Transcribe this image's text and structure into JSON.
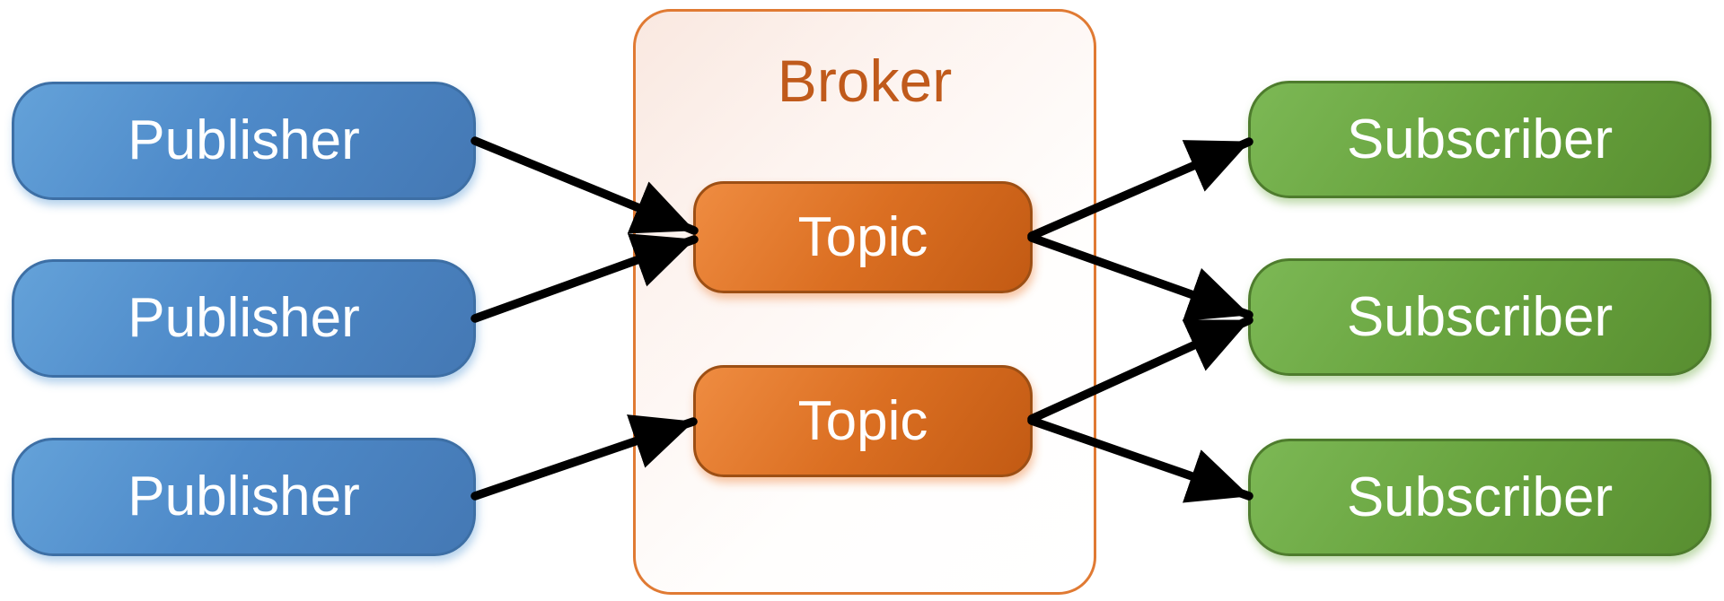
{
  "diagram": {
    "publishers": [],
    "publisher_nodes": [
      {
        "id": "publisher-1",
        "label": "Publisher"
      },
      {
        "id": "publisher-2",
        "label": "Publisher"
      },
      {
        "id": "publisher-3",
        "label": "Publisher"
      }
    ],
    "broker": {
      "label": "Broker",
      "topics": [
        {
          "id": "topic-1",
          "label": "Topic"
        },
        {
          "id": "topic-2",
          "label": "Topic"
        }
      ]
    },
    "subscriber_nodes": [
      {
        "id": "subscriber-1",
        "label": "Subscriber"
      },
      {
        "id": "subscriber-2",
        "label": "Subscriber"
      },
      {
        "id": "subscriber-3",
        "label": "Subscriber"
      }
    ],
    "connections": [
      {
        "from": "publisher-1",
        "to": "topic-1"
      },
      {
        "from": "publisher-2",
        "to": "topic-1"
      },
      {
        "from": "publisher-3",
        "to": "topic-2"
      },
      {
        "from": "topic-1",
        "to": "subscriber-1"
      },
      {
        "from": "topic-1",
        "to": "subscriber-2"
      },
      {
        "from": "topic-2",
        "to": "subscriber-2"
      },
      {
        "from": "topic-2",
        "to": "subscriber-3"
      }
    ],
    "colors": {
      "publisher_fill": "#5b9bd5",
      "publisher_border": "#3d6fa5",
      "topic_fill": "#ed7d31",
      "topic_border": "#9d4f14",
      "subscriber_fill": "#70ad47",
      "subscriber_border": "#4e7c2d",
      "broker_border": "#e07a33",
      "broker_label_text": "#c05a1b",
      "arrow": "#000000"
    }
  }
}
